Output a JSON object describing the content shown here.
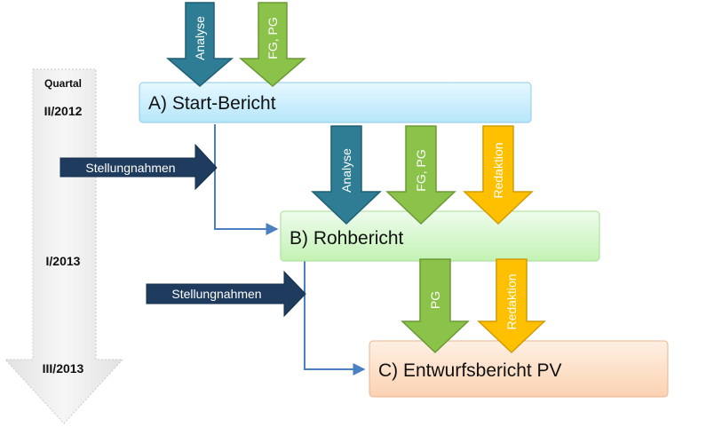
{
  "timeline": {
    "header": "Quartal",
    "quarters": [
      "II/2012",
      "I/2013",
      "III/2013"
    ]
  },
  "boxes": [
    {
      "id": "A",
      "label": "A) Start-Bericht"
    },
    {
      "id": "B",
      "label": "B) Rohbericht"
    },
    {
      "id": "C",
      "label": "C) Entwurfsbericht PV"
    }
  ],
  "inputs": [
    {
      "label": "Analyse",
      "color": "#2f7d95"
    },
    {
      "label": "FG, PG",
      "color": "#8bc34a"
    },
    {
      "label": "Redaktion",
      "color": "#ffc000"
    },
    {
      "label": "PG",
      "color": "#8bc34a"
    }
  ],
  "side_inputs": [
    {
      "label": "Stellungnahmen",
      "color": "#1f3b5e"
    },
    {
      "label": "Stellungnahmen",
      "color": "#1f3b5e"
    }
  ],
  "colors": {
    "box_a": "#cdeefc",
    "box_b": "#d9f7cd",
    "box_c": "#fde2cc",
    "connector": "#4a7fc1",
    "timeline": "#eeeeee"
  }
}
